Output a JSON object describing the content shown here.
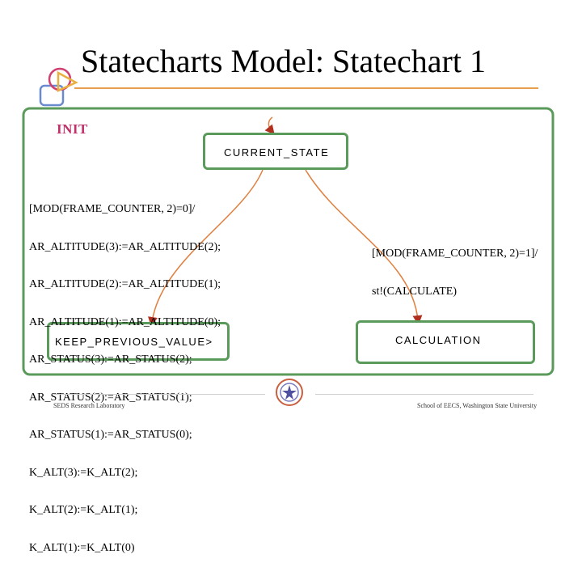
{
  "title": "Statecharts Model: Statechart 1",
  "init_label": "INIT",
  "states": {
    "current": "CURRENT_STATE",
    "keep": "KEEP_PREVIOUS_VALUE>",
    "calc": "CALCULATION"
  },
  "left_transition_lines": [
    "[MOD(FRAME_COUNTER, 2)=0]/",
    "AR_ALTITUDE(3):=AR_ALTITUDE(2);",
    "AR_ALTITUDE(2):=AR_ALTITUDE(1);",
    "AR_ALTITUDE(1):=AR_ALTITUDE(0);",
    "AR_STATUS(3):=AR_STATUS(2);",
    "AR_STATUS(2):=AR_STATUS(1);",
    "AR_STATUS(1):=AR_STATUS(0);",
    "K_ALT(3):=K_ALT(2);",
    "K_ALT(2):=K_ALT(1);",
    "K_ALT(1):=K_ALT(0)"
  ],
  "right_transition_lines": [
    "[MOD(FRAME_COUNTER, 2)=1]/",
    "st!(CALCULATE)"
  ],
  "footer": {
    "left": "SEDS Research Laboratory",
    "right": "School of EECS, Washington State University"
  },
  "colors": {
    "state_border": "#5a9a5a",
    "transition": "#e08040",
    "init_text": "#c0306a",
    "title_rule": "#e8a050"
  }
}
